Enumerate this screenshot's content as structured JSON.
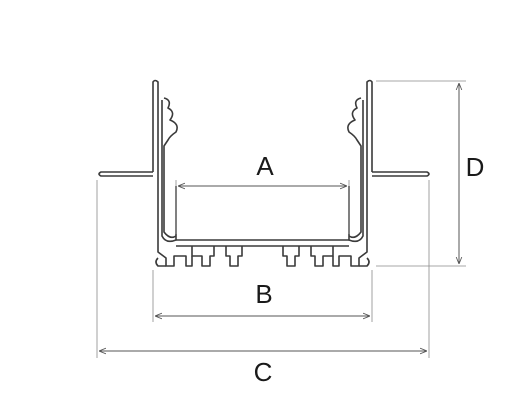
{
  "diagram": {
    "labels": {
      "A": "A",
      "B": "B",
      "C": "C",
      "D": "D"
    },
    "colors": {
      "outline": "#3a3a3a",
      "dimension": "#555555",
      "extension": "#8a8a8a",
      "text": "#1a1a1a"
    }
  }
}
